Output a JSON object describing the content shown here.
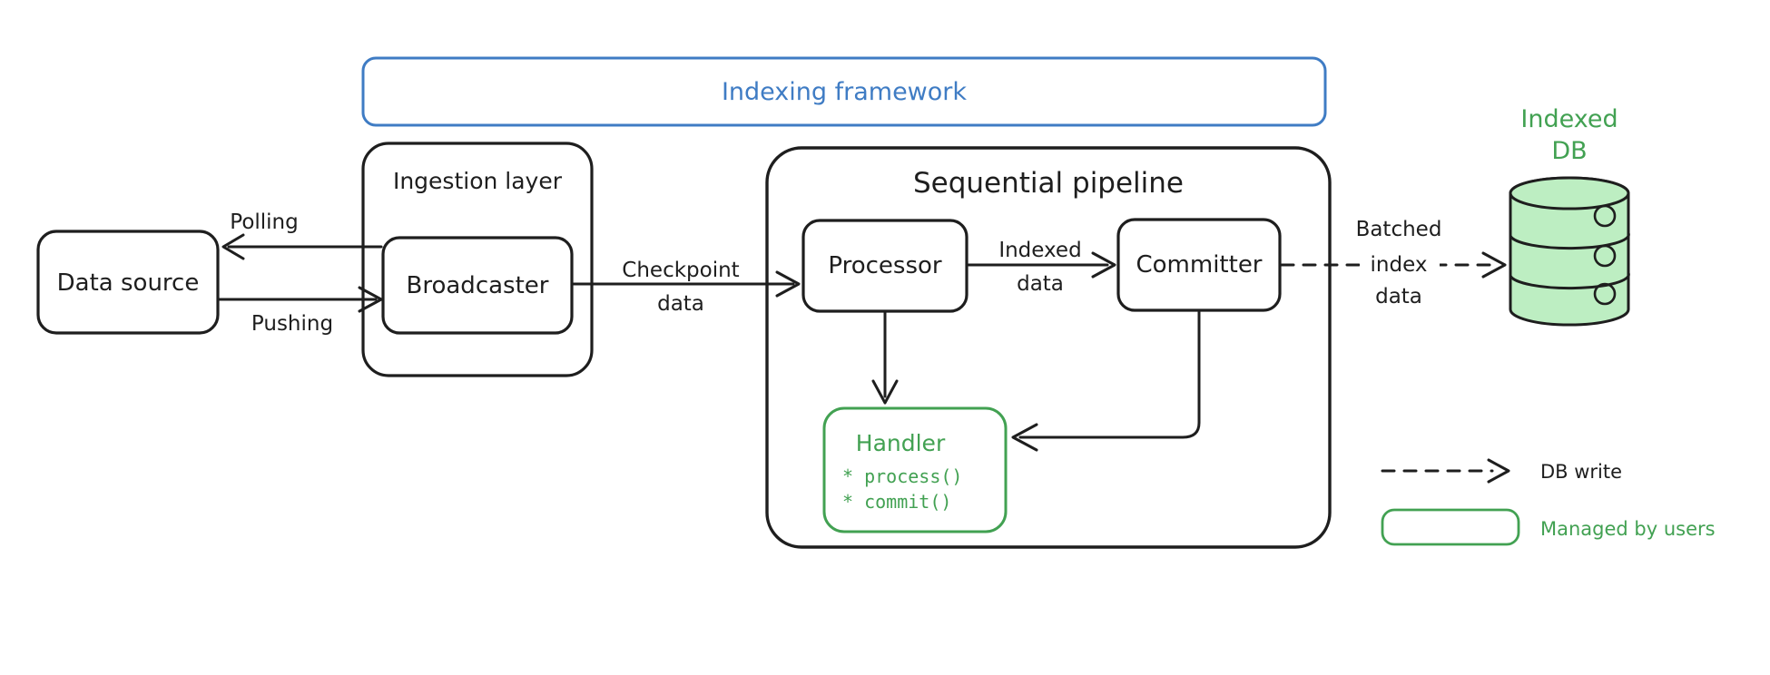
{
  "frame": {
    "label": "Indexing framework"
  },
  "nodes": {
    "data_source": {
      "label": "Data source"
    },
    "ingestion_layer": {
      "label": "Ingestion layer"
    },
    "broadcaster": {
      "label": "Broadcaster"
    },
    "sequential_pipeline": {
      "label": "Sequential pipeline"
    },
    "processor": {
      "label": "Processor"
    },
    "committer": {
      "label": "Committer"
    },
    "handler": {
      "title": "Handler",
      "methods": [
        "* process()",
        "* commit()"
      ]
    },
    "indexed_db": {
      "label_lines": [
        "Indexed",
        "DB"
      ]
    }
  },
  "edges": {
    "polling": {
      "label": "Polling"
    },
    "pushing": {
      "label": "Pushing"
    },
    "checkpoint": {
      "lines": [
        "Checkpoint",
        "data"
      ]
    },
    "indexed": {
      "lines": [
        "Indexed",
        "data"
      ]
    },
    "batched": {
      "lines": [
        "Batched",
        "index",
        "data"
      ]
    }
  },
  "legend": {
    "db_write": "DB write",
    "managed_by_users": "Managed by users"
  },
  "colors": {
    "ink": "#1e1e1e",
    "accent_blue": "#3f7cc4",
    "accent_green": "#42a152",
    "db_fill": "#bdeec2"
  }
}
